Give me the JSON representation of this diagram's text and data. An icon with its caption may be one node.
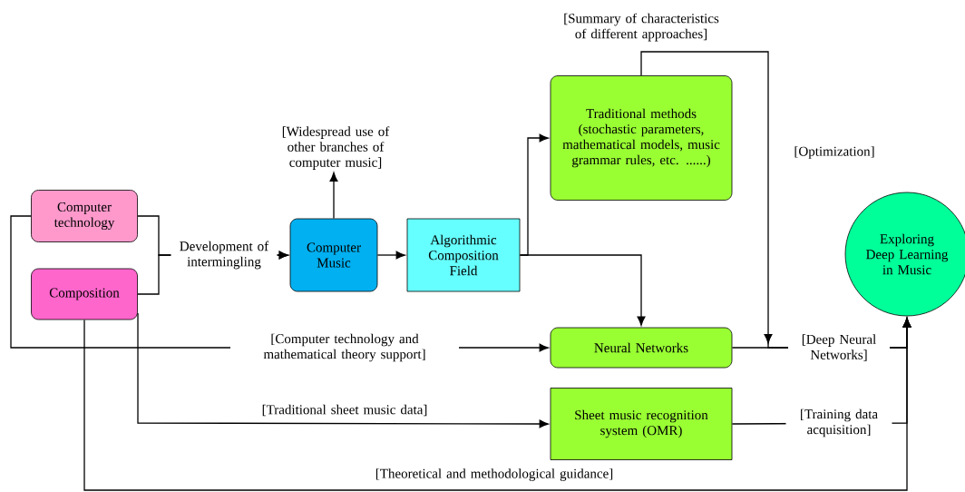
{
  "diagram": {
    "nodes": [
      {
        "text": [
          "Computer technology"
        ]
      },
      {
        "text": [
          "Composition"
        ]
      },
      {
        "text": [
          "Computer Music"
        ]
      },
      {
        "text": [
          "Algorithmic Composition Field"
        ]
      },
      {
        "text": [
          "Traditional methods (stochastic parameters, mathematical models, music grammar rules, etc. ......)"
        ],
        "beside": [
          "[Summary of characteristics of different approaches]"
        ]
      },
      {
        "text": [
          "Neural Networks"
        ]
      },
      {
        "text": [
          "Sheet music recognition system (OMR)"
        ]
      },
      {
        "text": [
          "Exploring Deep Learning in Music"
        ]
      },
      {
        "text": [
          "[Widespread use of other branches of computer music]"
        ]
      }
    ],
    "edges": [
      {
        "from": 0,
        "to": 2,
        "arrow": "to",
        "label": "Development of intermingling"
      },
      {
        "from": 1,
        "to": 2,
        "arrow": "to"
      },
      {
        "from": 2,
        "to": 8,
        "arrow": "to"
      },
      {
        "from": 2,
        "to": 3,
        "arrow": "to"
      },
      {
        "from": 3,
        "to": 4,
        "arrow": "to"
      },
      {
        "from": 3,
        "to": 5,
        "arrow": "to"
      },
      {
        "from": 0,
        "to": 5,
        "arrow": "to",
        "label": "[Computer technology and mathematical theory support]"
      },
      {
        "from": 1,
        "to": 6,
        "arrow": "to",
        "label": "[Traditional sheet music data]"
      },
      {
        "from": 1,
        "to": 7,
        "arrow": "to",
        "label": "[Theoretical and methodological guidance]"
      },
      {
        "from": 4,
        "to": 7,
        "arrow": "to",
        "label": "[Optimization]"
      },
      {
        "from": 5,
        "to": 7,
        "arrow": "to",
        "label": "[Deep Neural Networks]"
      },
      {
        "from": 6,
        "to": 7,
        "arrow": "to",
        "label": "[Training data acquisition]"
      }
    ]
  }
}
